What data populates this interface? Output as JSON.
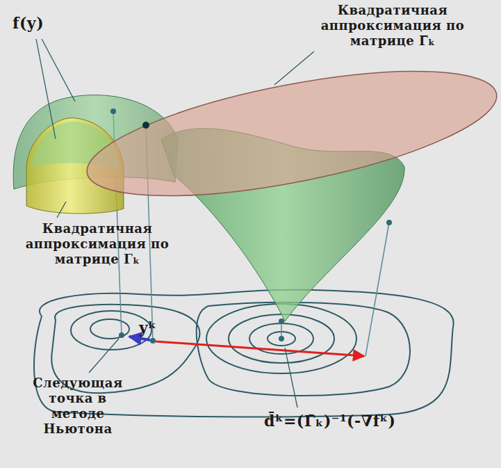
{
  "diagram": {
    "labels": [
      "f(y)",
      "Квадратичная аппроксимация по матрице Γ̄ₖ",
      "Квадратичная аппроксимация по матрице Γₖ",
      "yᵏ",
      "Следующая точка в методе Ньютона",
      "d̄ᵏ=(Γ̄ₖ)⁻¹(-∇fᵏ)"
    ]
  }
}
